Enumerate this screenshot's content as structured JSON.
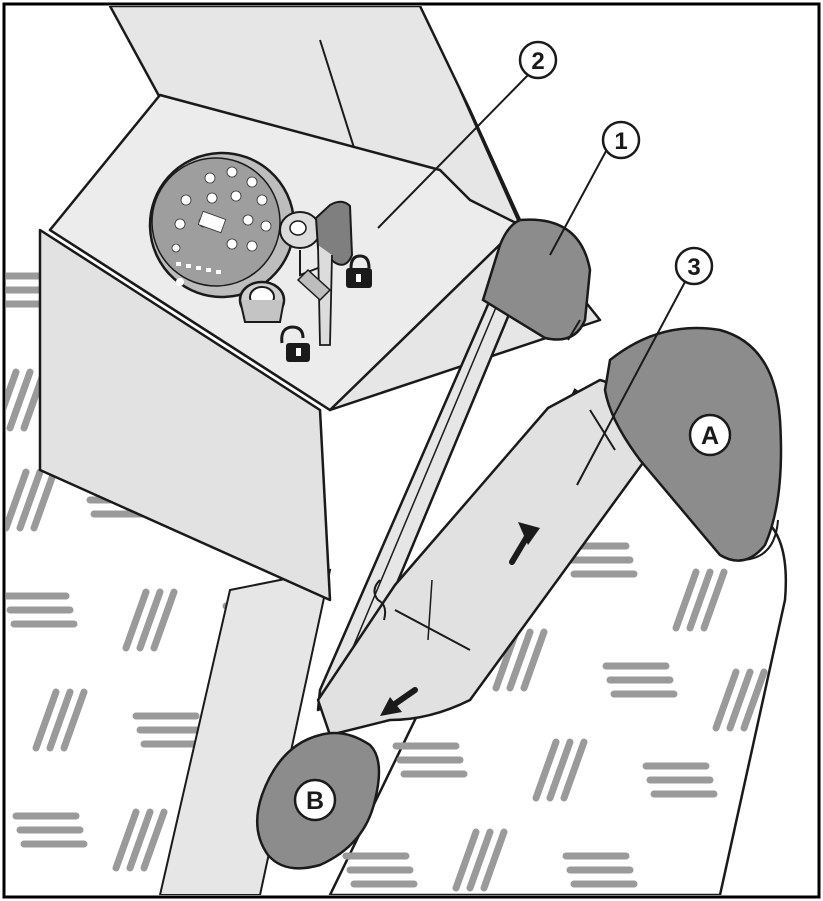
{
  "callouts": {
    "c1": "1",
    "c2": "2",
    "c3": "3"
  },
  "pedals": {
    "a": "A",
    "b": "B"
  },
  "colors": {
    "frame": "#000000",
    "panel": "#e6e6e6",
    "panel_light": "#efefef",
    "pedal_dark": "#8c8c8c",
    "tread": "#9a9a9a",
    "outline": "#1a1a1a"
  },
  "icons": [
    "control-dial-icon",
    "ignition-key-icon",
    "lock-closed-icon",
    "lock-open-icon",
    "arrow-up-icon",
    "arrow-down-icon"
  ]
}
